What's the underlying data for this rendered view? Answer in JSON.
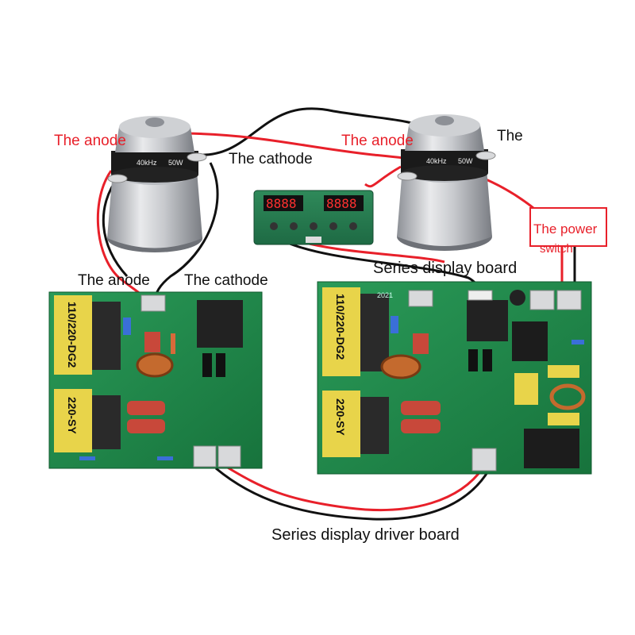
{
  "labels": {
    "anode_left": "The anode",
    "cathode_top": "The cathode",
    "anode_right": "The anode",
    "the_right": "The",
    "power_switch_line1": "The power",
    "power_switch_line2": "switch",
    "display_board": "Series display board",
    "anode_board": "The anode",
    "cathode_board": "The cathode",
    "driver_board": "Series display driver board"
  },
  "transducer": {
    "freq": "40kHz",
    "power": "50W"
  },
  "display": {
    "left_digits": "8888",
    "right_digits": "8888"
  },
  "board": {
    "transformer_top": "110/220-DG2",
    "transformer_bottom": "220-SY",
    "date_code": "2021"
  },
  "colors": {
    "wire_red": "#e8202a",
    "wire_black": "#111111",
    "pcb_green": "#1f8a4a",
    "transformer_yellow": "#e8d44a",
    "capacitor_red": "#c8483a",
    "switch_box": "#e8202a"
  }
}
